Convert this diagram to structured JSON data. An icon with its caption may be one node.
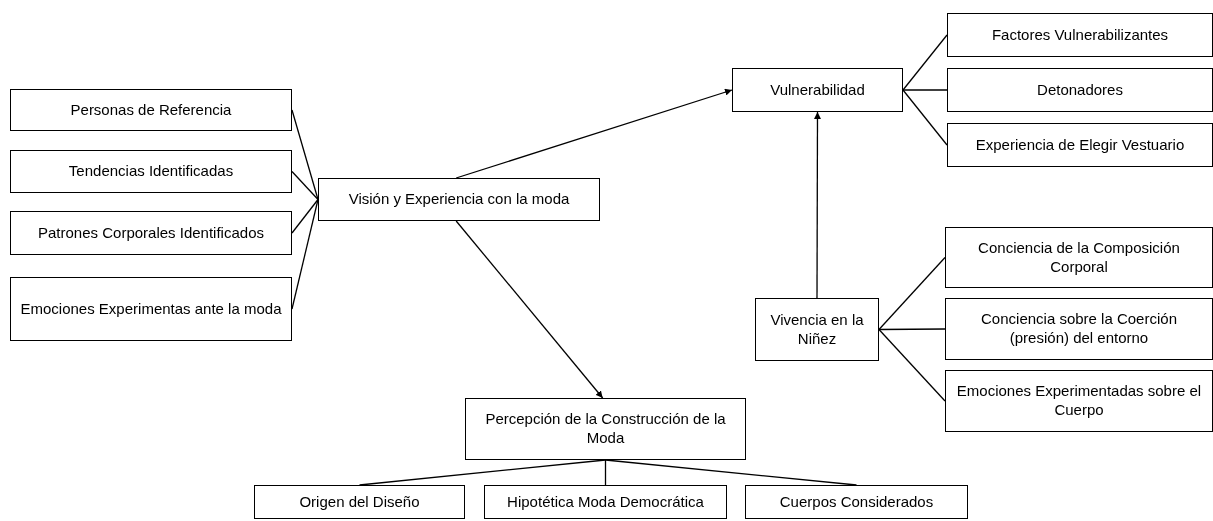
{
  "diagram": {
    "nodes": [
      {
        "text": [
          "Personas de Referencia"
        ]
      },
      {
        "text": [
          "Tendencias Identificadas"
        ]
      },
      {
        "text": [
          "Patrones Corporales Identificados"
        ]
      },
      {
        "text": [
          "Emociones Experimentas ante la moda"
        ]
      },
      {
        "text": [
          "Visión y Experiencia con la moda"
        ]
      },
      {
        "text": [
          "Vulnerabilidad"
        ]
      },
      {
        "text": [
          "Factores Vulnerabilizantes"
        ]
      },
      {
        "text": [
          "Detonadores"
        ]
      },
      {
        "text": [
          "Experiencia de Elegir Vestuario"
        ]
      },
      {
        "text": [
          "Vivencia en la Niñez"
        ]
      },
      {
        "text": [
          "Conciencia de la Composición Corporal"
        ]
      },
      {
        "text": [
          "Conciencia sobre la Coerción (presión) del entorno"
        ]
      },
      {
        "text": [
          "Emociones Experimentadas sobre el Cuerpo"
        ]
      },
      {
        "text": [
          "Percepción de la Construcción de la Moda"
        ]
      },
      {
        "text": [
          "Origen del Diseño"
        ]
      },
      {
        "text": [
          "Hipotética Moda Democrática"
        ]
      },
      {
        "text": [
          "Cuerpos Considerados"
        ]
      }
    ],
    "edges": [
      {
        "from": 0,
        "to": 4,
        "arrow": "none"
      },
      {
        "from": 1,
        "to": 4,
        "arrow": "none"
      },
      {
        "from": 2,
        "to": 4,
        "arrow": "none"
      },
      {
        "from": 3,
        "to": 4,
        "arrow": "none"
      },
      {
        "from": 4,
        "to": 5,
        "arrow": "to"
      },
      {
        "from": 4,
        "to": 13,
        "arrow": "to"
      },
      {
        "from": 5,
        "to": 6,
        "arrow": "none"
      },
      {
        "from": 5,
        "to": 7,
        "arrow": "none"
      },
      {
        "from": 5,
        "to": 8,
        "arrow": "none"
      },
      {
        "from": 9,
        "to": 5,
        "arrow": "to"
      },
      {
        "from": 9,
        "to": 10,
        "arrow": "none"
      },
      {
        "from": 9,
        "to": 11,
        "arrow": "none"
      },
      {
        "from": 9,
        "to": 12,
        "arrow": "none"
      },
      {
        "from": 13,
        "to": 14,
        "arrow": "none"
      },
      {
        "from": 13,
        "to": 15,
        "arrow": "none"
      },
      {
        "from": 13,
        "to": 16,
        "arrow": "none"
      }
    ]
  }
}
